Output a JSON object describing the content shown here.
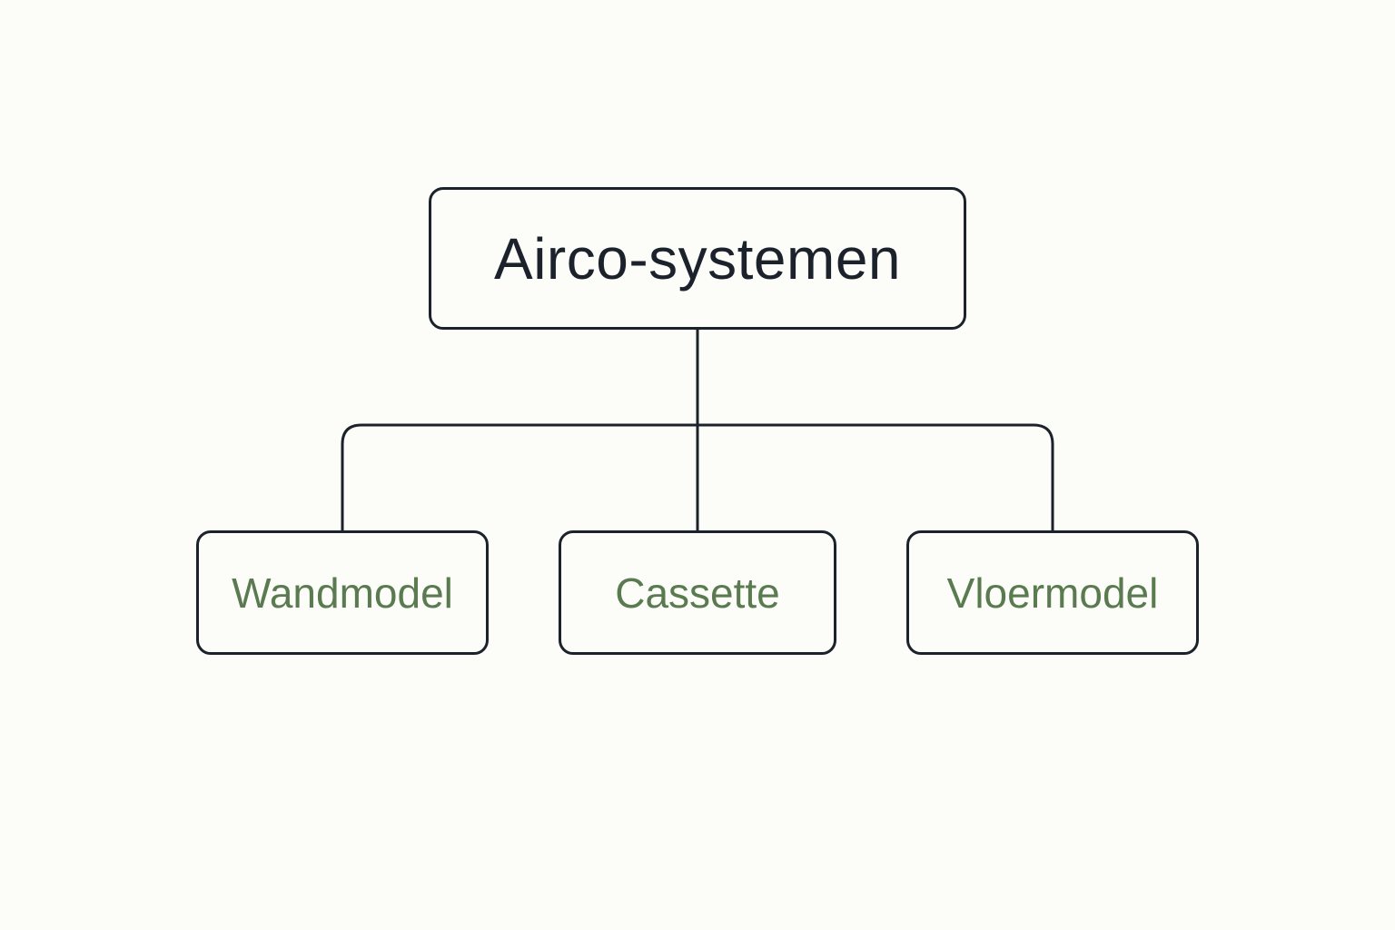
{
  "diagram": {
    "root": {
      "label": "Airco-systemen"
    },
    "children": [
      {
        "label": "Wandmodel"
      },
      {
        "label": "Cassette"
      },
      {
        "label": "Vloermodel"
      }
    ]
  },
  "colors": {
    "background": "#fcfcf9",
    "stroke": "#1c222c",
    "root_text": "#1c222c",
    "child_text": "#5a7a4f"
  }
}
